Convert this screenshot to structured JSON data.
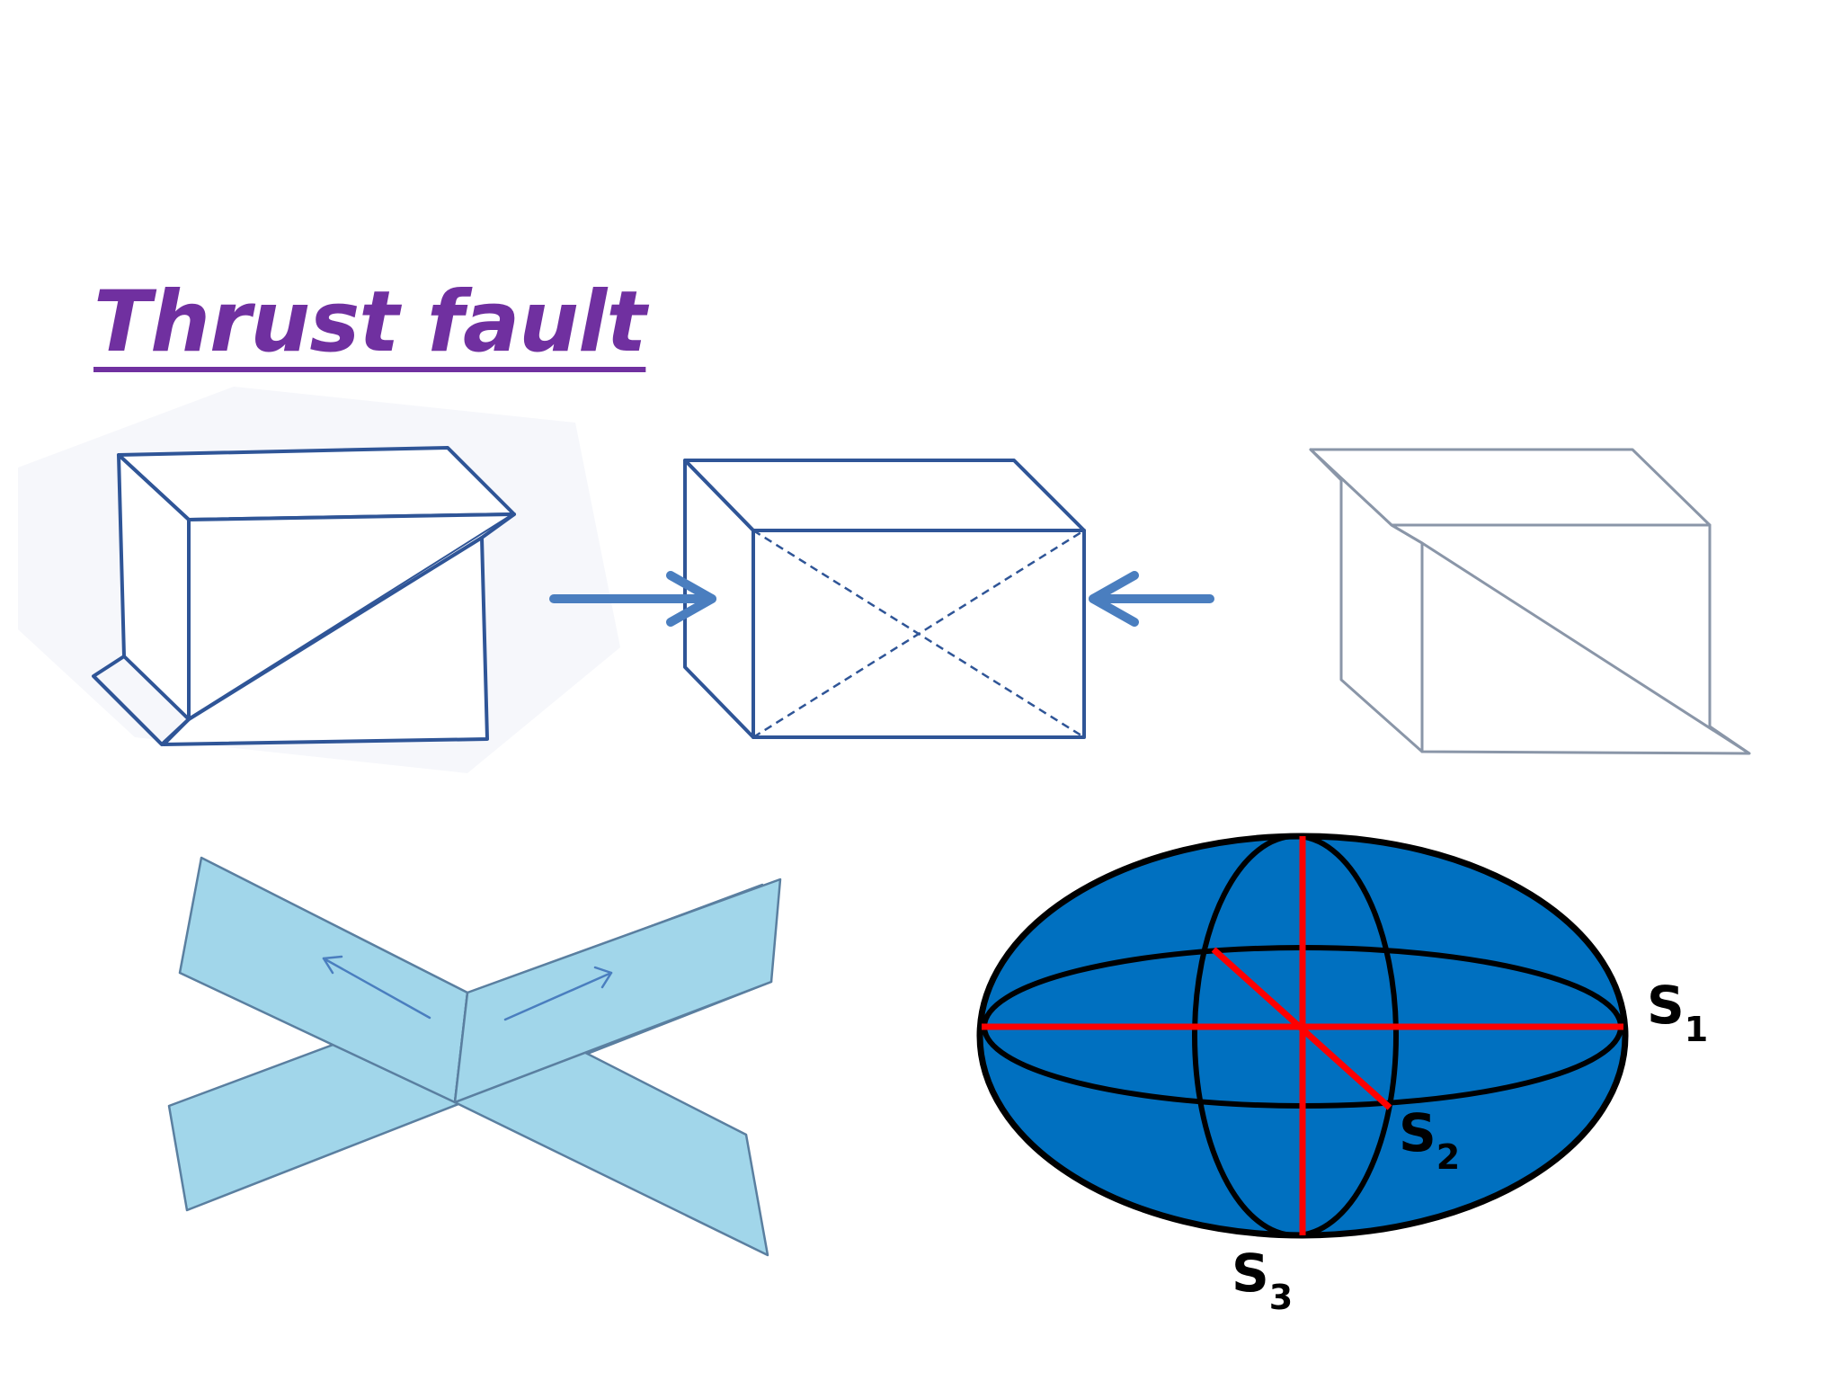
{
  "title": "Thrust fault",
  "stress_axes": {
    "s1": {
      "main": "S",
      "sub": "1"
    },
    "s2": {
      "main": "S",
      "sub": "2"
    },
    "s3": {
      "main": "S",
      "sub": "3"
    }
  },
  "colors": {
    "title": "#7030a0",
    "block_line": "#2f5597",
    "arrow": "#4a7ebf",
    "fault_plane": "#a1d6ea",
    "ellipsoid_fill": "#0070c0",
    "axis_line": "#ff0000"
  }
}
